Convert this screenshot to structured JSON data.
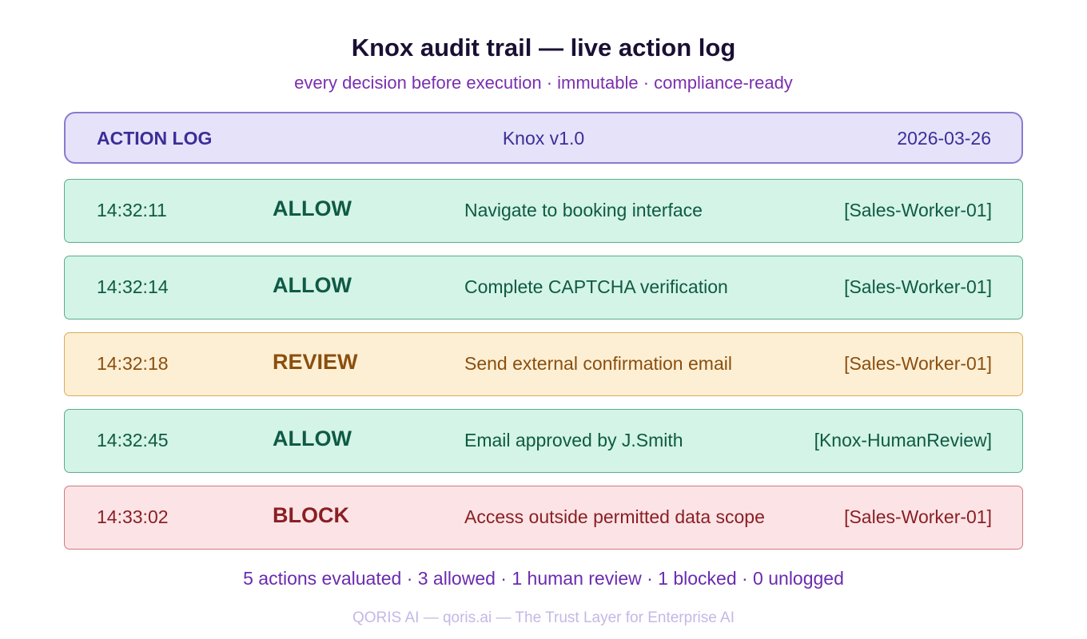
{
  "title": "Knox audit trail — live action log",
  "subtitle": "every decision before execution · immutable · compliance-ready",
  "header": {
    "label": "ACTION LOG",
    "version": "Knox v1.0",
    "date": "2026-03-26"
  },
  "colors": {
    "allow": {
      "bg": "#d3f4e6",
      "border": "#5aae8a",
      "text": "#0f5a45"
    },
    "review": {
      "bg": "#fdefd4",
      "border": "#d8ad5a",
      "text": "#8a4f0f"
    },
    "block": {
      "bg": "#fce4e6",
      "border": "#cf7b80",
      "text": "#8a1f24"
    }
  },
  "rows": [
    {
      "time": "14:32:11",
      "decision": "ALLOW",
      "status": "allow",
      "action": "Navigate to booking interface",
      "agent": "[Sales-Worker-01]"
    },
    {
      "time": "14:32:14",
      "decision": "ALLOW",
      "status": "allow",
      "action": "Complete CAPTCHA verification",
      "agent": "[Sales-Worker-01]"
    },
    {
      "time": "14:32:18",
      "decision": "REVIEW",
      "status": "review",
      "action": "Send external confirmation email",
      "agent": "[Sales-Worker-01]"
    },
    {
      "time": "14:32:45",
      "decision": "ALLOW",
      "status": "allow",
      "action": "Email approved by J.Smith",
      "agent": "[Knox-HumanReview]"
    },
    {
      "time": "14:33:02",
      "decision": "BLOCK",
      "status": "block",
      "action": "Access outside permitted data scope",
      "agent": "[Sales-Worker-01]"
    }
  ],
  "footer": {
    "stats": "5 actions evaluated · 3 allowed · 1 human review · 1 blocked · 0 unlogged",
    "brand": "QORIS AI — qoris.ai — The Trust Layer for Enterprise AI"
  }
}
